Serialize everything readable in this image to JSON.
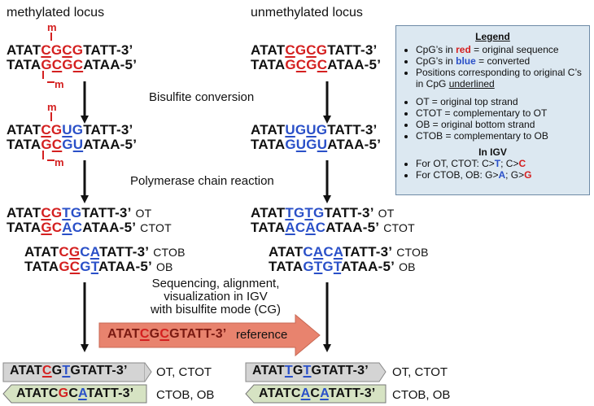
{
  "headers": {
    "methylated": "methylated locus",
    "unmethylated": "unmethylated locus"
  },
  "steps": {
    "bisulfite": "Bisulfite conversion",
    "pcr": "Polymerase chain reaction",
    "seq_line1": "Sequencing, alignment,",
    "seq_line2": "visualization in IGV",
    "seq_line3": "with bisulfite mode (CG)"
  },
  "methyl_mark": "m",
  "left": {
    "orig_top": [
      [
        "ATAT",
        ""
      ],
      [
        "C",
        "ru"
      ],
      [
        "G",
        "r"
      ],
      [
        "C",
        "ru"
      ],
      [
        "G",
        "r"
      ],
      [
        "TATT-3’",
        ""
      ]
    ],
    "orig_bot": [
      [
        "TATA",
        ""
      ],
      [
        "G",
        "r"
      ],
      [
        "C",
        "ru"
      ],
      [
        "G",
        "r"
      ],
      [
        "C",
        "ru"
      ],
      [
        "ATAA-5’",
        ""
      ]
    ],
    "bis_top": [
      [
        "ATAT",
        ""
      ],
      [
        "C",
        "ru"
      ],
      [
        "G",
        "r"
      ],
      [
        "U",
        "bu"
      ],
      [
        "G",
        "b"
      ],
      [
        "TATT-3’",
        ""
      ]
    ],
    "bis_bot": [
      [
        "TATA",
        ""
      ],
      [
        "G",
        "r"
      ],
      [
        "C",
        "ru"
      ],
      [
        "G",
        "b"
      ],
      [
        "U",
        "bu"
      ],
      [
        "ATAA-5’",
        ""
      ]
    ],
    "pcr_ot": [
      [
        "ATAT",
        ""
      ],
      [
        "C",
        "ru"
      ],
      [
        "G",
        "r"
      ],
      [
        "T",
        "bu"
      ],
      [
        "G",
        "b"
      ],
      [
        "TATT-3’",
        ""
      ]
    ],
    "pcr_ctot": [
      [
        "TATA",
        ""
      ],
      [
        "G",
        "ru"
      ],
      [
        "C",
        "r"
      ],
      [
        "A",
        "bu"
      ],
      [
        "C",
        "b"
      ],
      [
        "ATAA-5’",
        ""
      ]
    ],
    "pcr_ctob": [
      [
        "ATAT",
        ""
      ],
      [
        "C",
        "r"
      ],
      [
        "G",
        "ru"
      ],
      [
        "C",
        "b"
      ],
      [
        "A",
        "bu"
      ],
      [
        "TATT-3’",
        ""
      ]
    ],
    "pcr_ob": [
      [
        "TATA",
        ""
      ],
      [
        "G",
        "r"
      ],
      [
        "C",
        "ru"
      ],
      [
        "G",
        "b"
      ],
      [
        "T",
        "bu"
      ],
      [
        "ATAA-5’",
        ""
      ]
    ],
    "read1": [
      [
        "ATAT",
        ""
      ],
      [
        "C",
        "ru"
      ],
      [
        "G",
        ""
      ],
      [
        "T",
        "bu"
      ],
      [
        "G",
        ""
      ],
      [
        "TATT-3’",
        ""
      ]
    ],
    "read2": [
      [
        "ATATC",
        ""
      ],
      [
        "G",
        "r"
      ],
      [
        "C",
        ""
      ],
      [
        "A",
        "bu"
      ],
      [
        "TATT-3’",
        ""
      ]
    ]
  },
  "right": {
    "orig_top": [
      [
        "ATAT",
        ""
      ],
      [
        "C",
        "ru"
      ],
      [
        "G",
        "r"
      ],
      [
        "C",
        "ru"
      ],
      [
        "G",
        "r"
      ],
      [
        "TATT-3’",
        ""
      ]
    ],
    "orig_bot": [
      [
        "TATA",
        ""
      ],
      [
        "G",
        "r"
      ],
      [
        "C",
        "ru"
      ],
      [
        "G",
        "r"
      ],
      [
        "C",
        "ru"
      ],
      [
        "ATAA-5’",
        ""
      ]
    ],
    "bis_top": [
      [
        "ATAT",
        ""
      ],
      [
        "U",
        "bu"
      ],
      [
        "G",
        "b"
      ],
      [
        "U",
        "bu"
      ],
      [
        "G",
        "b"
      ],
      [
        "TATT-3’",
        ""
      ]
    ],
    "bis_bot": [
      [
        "TATA",
        ""
      ],
      [
        "G",
        "b"
      ],
      [
        "U",
        "bu"
      ],
      [
        "G",
        "b"
      ],
      [
        "U",
        "bu"
      ],
      [
        "ATAA-5’",
        ""
      ]
    ],
    "pcr_ot": [
      [
        "ATAT",
        ""
      ],
      [
        "T",
        "bu"
      ],
      [
        "G",
        "b"
      ],
      [
        "T",
        "bu"
      ],
      [
        "G",
        "b"
      ],
      [
        "TATT-3’",
        ""
      ]
    ],
    "pcr_ctot": [
      [
        "TATA",
        ""
      ],
      [
        "A",
        "bu"
      ],
      [
        "C",
        "b"
      ],
      [
        "A",
        "bu"
      ],
      [
        "C",
        "b"
      ],
      [
        "ATAA-5’",
        ""
      ]
    ],
    "pcr_ctob": [
      [
        "ATAT",
        ""
      ],
      [
        "C",
        "b"
      ],
      [
        "A",
        "bu"
      ],
      [
        "C",
        "b"
      ],
      [
        "A",
        "bu"
      ],
      [
        "TATT-3’",
        ""
      ]
    ],
    "pcr_ob": [
      [
        "TATA",
        ""
      ],
      [
        "G",
        "b"
      ],
      [
        "T",
        "bu"
      ],
      [
        "G",
        "b"
      ],
      [
        "T",
        "bu"
      ],
      [
        "ATAA-5’",
        ""
      ]
    ],
    "read1": [
      [
        "ATAT",
        ""
      ],
      [
        "T",
        "bu"
      ],
      [
        "G",
        ""
      ],
      [
        "T",
        "bu"
      ],
      [
        "G",
        ""
      ],
      [
        "TATT-3’",
        ""
      ]
    ],
    "read2": [
      [
        "ATATC",
        ""
      ],
      [
        "A",
        "bu"
      ],
      [
        "C",
        ""
      ],
      [
        "A",
        "bu"
      ],
      [
        "TATT-3’",
        ""
      ]
    ]
  },
  "reference": {
    "seq": [
      [
        "ATAT",
        ""
      ],
      [
        "C",
        "ru"
      ],
      [
        "G",
        ""
      ],
      [
        "C",
        "ru"
      ],
      [
        "G",
        ""
      ],
      [
        "TATT-3’",
        ""
      ]
    ],
    "label": "reference",
    "fill": "#e8836e"
  },
  "strand_labels": {
    "ot": "OT",
    "ctot": "CTOT",
    "ctob": "CTOB",
    "ob": "OB",
    "read_ot": "OT, CTOT",
    "read_ob": "CTOB, OB"
  },
  "read_fills": {
    "top": "#d4d4d4",
    "bottom": "#d6e3c3"
  },
  "legend": {
    "title": "Legend",
    "items": [
      {
        "pre": "CpG’s in ",
        "hl": "red",
        "hlc": "r",
        "post": " = original sequence"
      },
      {
        "pre": "CpG’s in ",
        "hl": "blue",
        "hlc": "b",
        "post": " = converted"
      },
      {
        "pre": "Positions corresponding to original C’s in CpG ",
        "hl": "underlined",
        "hlc": "u",
        "post": ""
      }
    ],
    "items2": [
      "OT = original top strand",
      "CTOT = complementary to OT",
      "OB = original bottom strand",
      "CTOB = complementary to OB"
    ],
    "igv_title": "In IGV",
    "igv1": {
      "a": "For OT, CTOT: C>",
      "b": "T",
      "c": "; C>",
      "d": "C"
    },
    "igv2": {
      "a": "For CTOB, OB: G>",
      "b": "A",
      "c": "; G>",
      "d": "G"
    }
  },
  "colors": {
    "red": "#d42020",
    "blue": "#2a50c8",
    "legend_bg": "#dce8f1"
  }
}
